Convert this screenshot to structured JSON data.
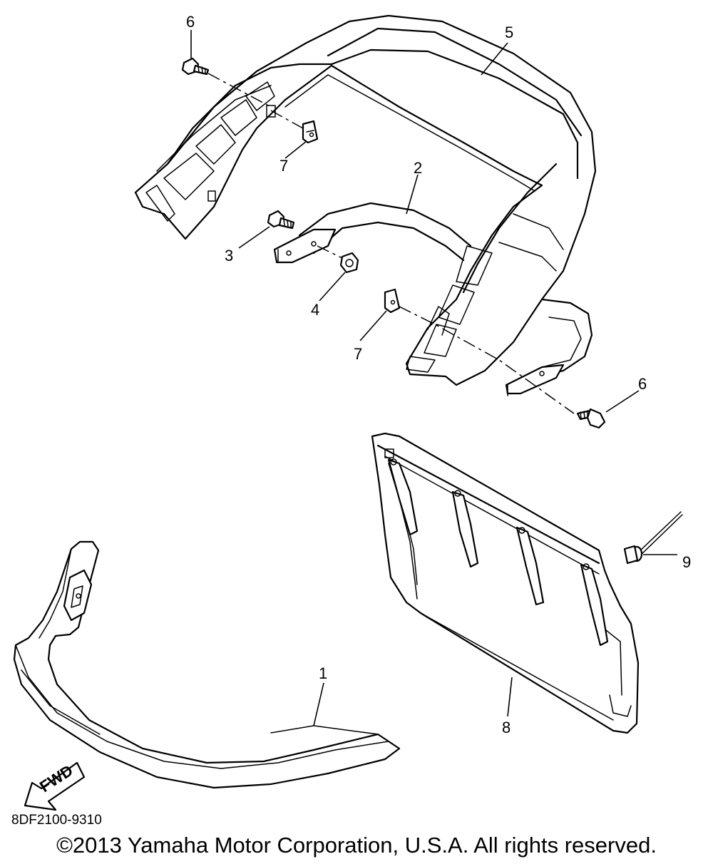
{
  "callouts": {
    "c1": "1",
    "c2": "2",
    "c3": "3",
    "c4": "4",
    "c5": "5",
    "c6a": "6",
    "c6b": "6",
    "c7a": "7",
    "c7b": "7",
    "c8": "8",
    "c9": "9"
  },
  "fwd_label": "FWD",
  "diagram_code": "8DF2100-9310",
  "copyright": "©2013 Yamaha Motor Corporation, U.S.A. All rights reserved."
}
